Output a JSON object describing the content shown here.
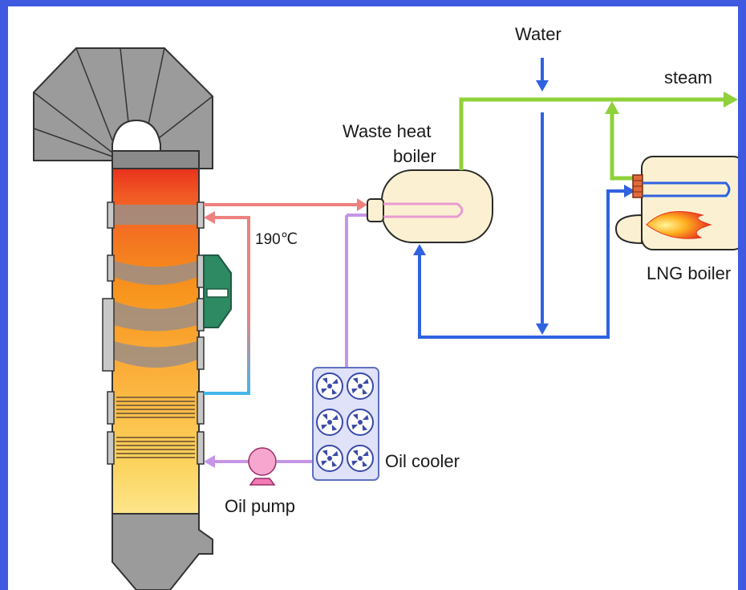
{
  "labels": {
    "water": "Water",
    "steam": "steam",
    "waste_heat_boiler_line1": "Waste heat",
    "waste_heat_boiler_line2": "boiler",
    "lng_boiler": "LNG boiler",
    "temperature": "190℃",
    "oil_cooler": "Oil cooler",
    "oil_pump": "Oil pump"
  },
  "colors": {
    "background_border": "#3f5ae0",
    "hot_oil": "#ee8080",
    "cool_oil": "#44b7e8",
    "cooler_line": "#c595e8",
    "water": "#2f62e0",
    "steam": "#8fd13a",
    "boiler_fill": "#fbf1d2",
    "tower_grey": "#a9a9a9",
    "valve_green": "#2d8a63"
  },
  "icons": [
    "fan-icon",
    "pump-icon",
    "flame-icon",
    "burner-icon"
  ]
}
